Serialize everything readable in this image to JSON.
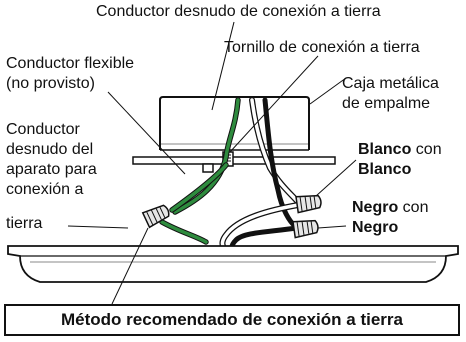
{
  "labels": {
    "bare_ground_wire": "Conductor desnudo de conexión a tierra",
    "ground_screw": "Tornillo de conexión a tierra",
    "flex_wire_line1": "Conductor flexible",
    "flex_wire_line2": "(no provisto)",
    "junction_box_line1": "Caja metálica",
    "junction_box_line2": "de empalme",
    "fixture_ground_line1": "Conductor",
    "fixture_ground_line2": "desnudo del",
    "fixture_ground_line3": "aparato para",
    "fixture_ground_line4": "conexión a",
    "fixture_ground_line5": "tierra",
    "white_bold_a": "Blanco",
    "white_con": " con",
    "white_bold_b": "Blanco",
    "black_bold_a": "Negro",
    "black_con": " con",
    "black_bold_b": "Negro"
  },
  "caption": "Método recomendado de conexión a tierra",
  "colors": {
    "ground_wire": "#2e8b3e",
    "black_wire": "#111111",
    "white_wire": "#ffffff",
    "wire_nut_fill": "#e6e6e6",
    "outline": "#111111"
  }
}
